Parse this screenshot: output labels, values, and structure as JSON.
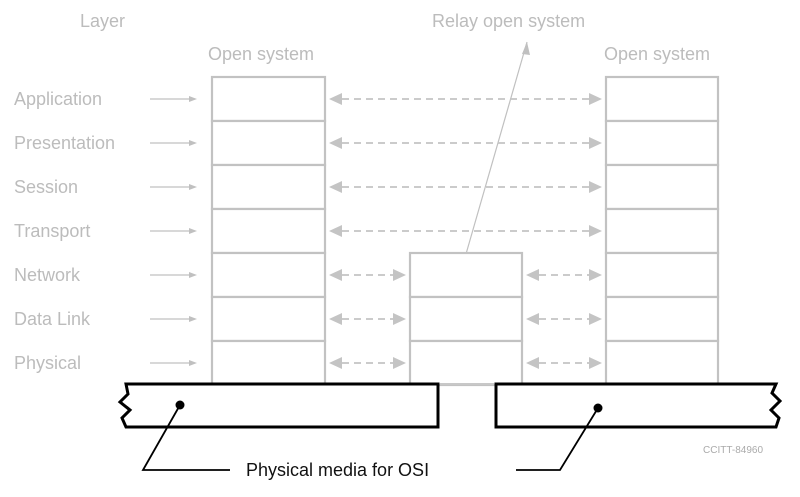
{
  "header": {
    "layer_heading": "Layer",
    "left_system_title": "Open system",
    "relay_system_title": "Relay open system",
    "right_system_title": "Open system"
  },
  "layers": [
    {
      "name": "Application",
      "relay": false
    },
    {
      "name": "Presentation",
      "relay": false
    },
    {
      "name": "Session",
      "relay": false
    },
    {
      "name": "Transport",
      "relay": false
    },
    {
      "name": "Network",
      "relay": true
    },
    {
      "name": "Data Link",
      "relay": true
    },
    {
      "name": "Physical",
      "relay": true
    }
  ],
  "footer": {
    "media_caption": "Physical media for OSI",
    "figure_code": "CCITT-84960"
  },
  "colors": {
    "diagram_gray": "#c2c2c2",
    "media_black": "#000000"
  }
}
